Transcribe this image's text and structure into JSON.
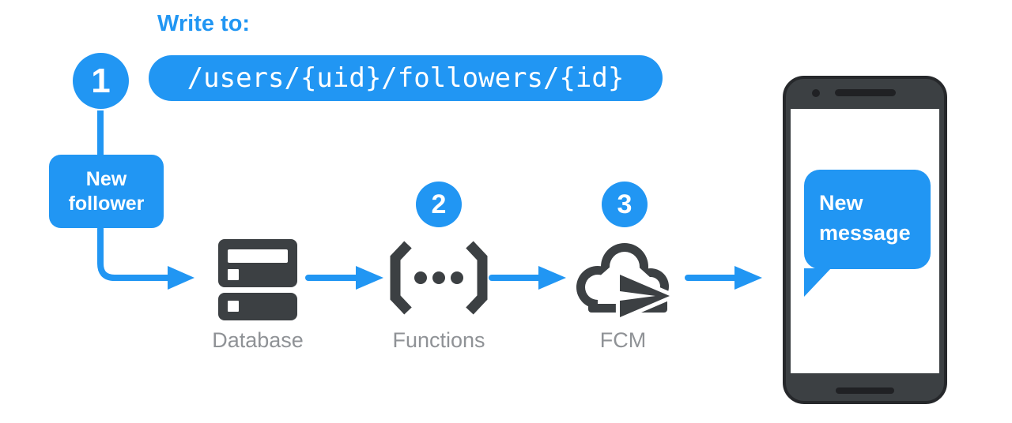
{
  "annotation": {
    "write_to_label": "Write to:",
    "db_path": "/users/{uid}/followers/{id}"
  },
  "badges": [
    "1",
    "2",
    "3"
  ],
  "new_follower_box": "New follower",
  "node_labels": {
    "database": "Database",
    "functions": "Functions",
    "fcm": "FCM"
  },
  "phone_bubble": "New message",
  "icons": {
    "database": "server-stack-icon",
    "functions": "code-brackets-icon",
    "fcm": "cloud-send-icon",
    "phone": "smartphone-icon",
    "arrows": "flow-arrow-icon"
  },
  "colors": {
    "accent_blue": "#2196F3",
    "icon_dark": "#3C4043",
    "phone_detail": "#202124",
    "phone_border": "#26282B",
    "label_gray": "#8F9296"
  }
}
